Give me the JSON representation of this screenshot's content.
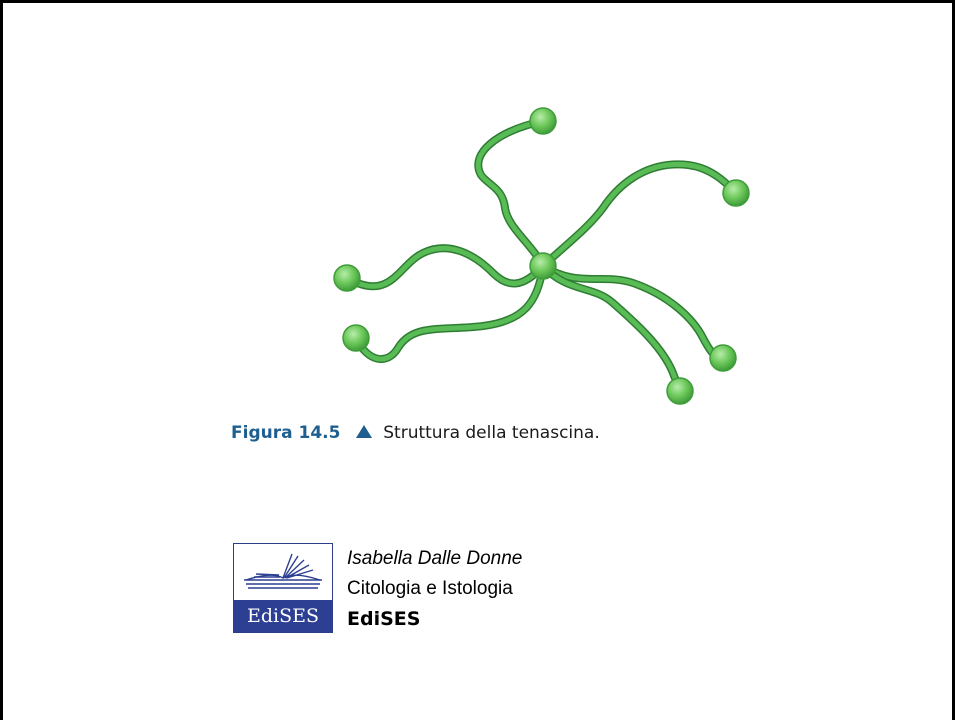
{
  "figure": {
    "label": "Figura 14.5",
    "caption": "Struttura della tenascina.",
    "arrow_icon": "triangle-up-icon",
    "accent_color": "#1f5f8f",
    "arm_color": "#4cb050",
    "arm_count": 6,
    "node_color": "#6cc85a"
  },
  "credits": {
    "logo_text": "EdiSES",
    "logo_color": "#2d3f93",
    "author": "Isabella Dalle Donne",
    "book_title": "Citologia e Istologia",
    "publisher": "EdiSES"
  }
}
